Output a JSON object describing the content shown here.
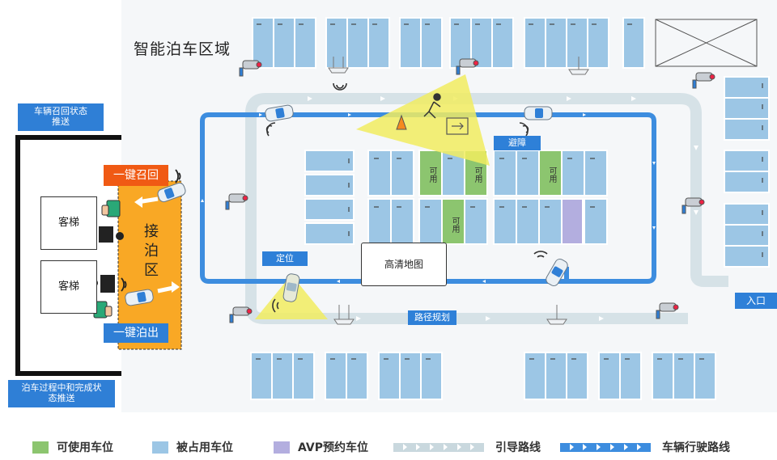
{
  "title": "智能泊车区域",
  "labels": {
    "recall_push": "车辆召回状态推送",
    "parking_push": "泊车过程中和完成状态推送",
    "one_key_recall": "一键召回",
    "one_key_park": "一键泊出",
    "elevator_top": "客梯",
    "elevator_bottom": "客梯",
    "zone_chars": [
      "接",
      "泊",
      "区"
    ],
    "avoid": "避障",
    "locate": "定位",
    "hd_map": "高清地图",
    "path_planning": "路径规划",
    "entrance": "入口",
    "available_spot": "可用"
  },
  "legend": [
    {
      "key": "available",
      "label": "可使用车位",
      "color": "#8cc56f"
    },
    {
      "key": "occupied",
      "label": "被占用车位",
      "color": "#9cc6e5"
    },
    {
      "key": "avp",
      "label": "AVP预约车位",
      "color": "#b3aedf"
    },
    {
      "key": "guide",
      "label": "引导路线",
      "color": "#c9d8de"
    },
    {
      "key": "drive",
      "label": "车辆行驶路线",
      "color": "#3d8ddf"
    }
  ],
  "colors": {
    "occupied": "#9cc6e5",
    "available": "#8cc56f",
    "avp": "#b3aedf",
    "guide_route": "#d3e0e5",
    "drive_route": "#3d8ddf",
    "zone": "#f9a825",
    "sensor": "#f1ec60"
  }
}
